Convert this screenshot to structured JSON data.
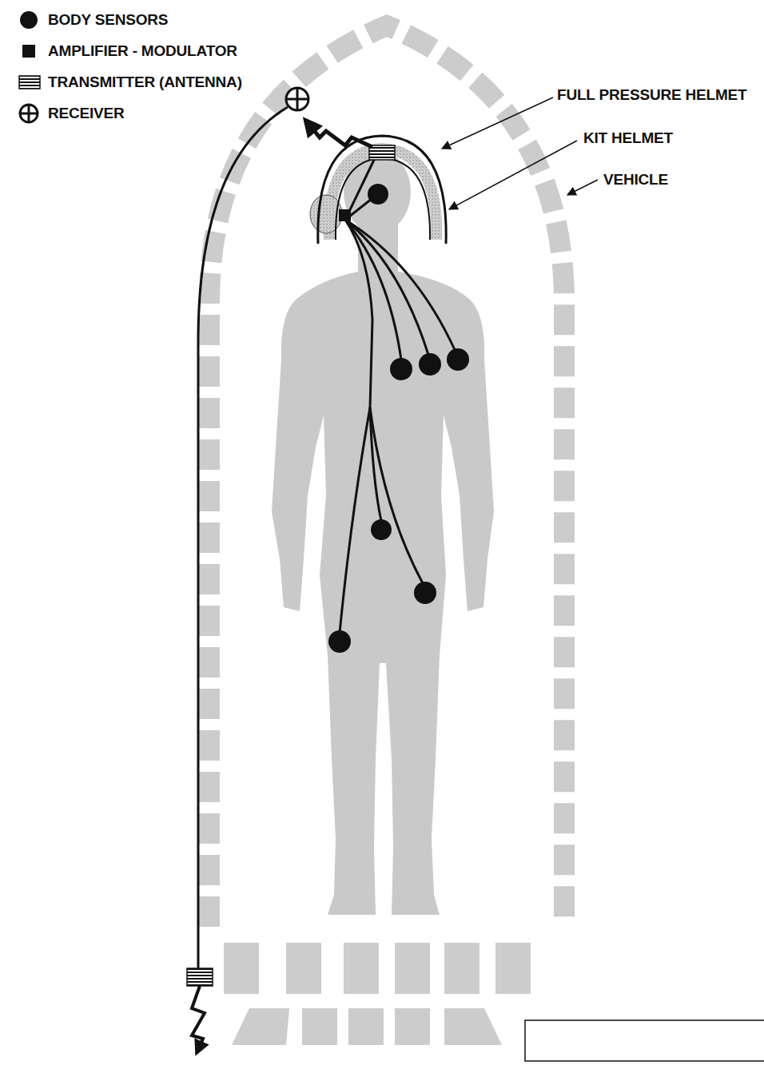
{
  "diagram": {
    "labels": [
      "FULL PRESSURE HELMET",
      "KIT HELMET",
      "VEHICLE"
    ],
    "legend": [
      {
        "text": "BODY SENSORS"
      },
      {
        "text": "AMPLIFIER - MODULATOR"
      },
      {
        "text": "TRANSMITTER (ANTENNA)"
      },
      {
        "text": "RECEIVER"
      }
    ]
  }
}
